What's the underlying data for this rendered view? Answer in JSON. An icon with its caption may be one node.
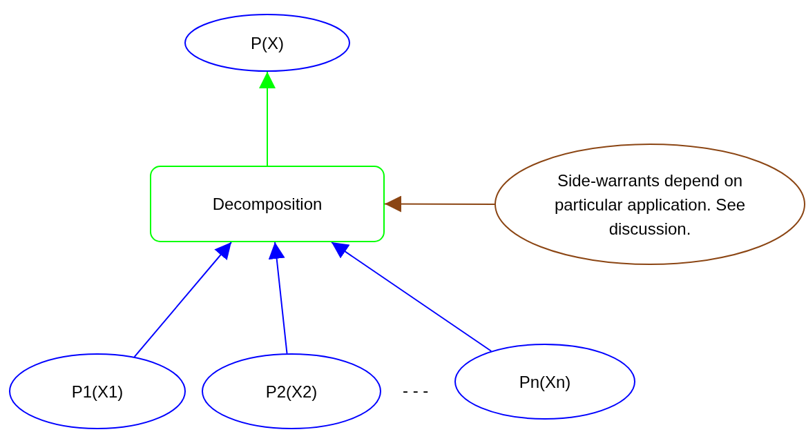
{
  "diagram": {
    "nodes": [
      {
        "text": [
          "P(X)"
        ]
      },
      {
        "text": [
          "Decomposition"
        ]
      },
      {
        "text": [
          "Side-warrants depend on particular application. See discussion."
        ]
      },
      {
        "text": [
          "P1(X1)"
        ]
      },
      {
        "text": [
          "P2(X2)"
        ]
      },
      {
        "text": [
          "Pn(Xn)"
        ]
      }
    ],
    "edges": [
      {
        "from": 1,
        "to": 0,
        "arrow": "to",
        "color": "#00ff00"
      },
      {
        "from": 2,
        "to": 1,
        "arrow": "to",
        "color": "#8b4513"
      },
      {
        "from": 3,
        "to": 1,
        "arrow": "to"
      },
      {
        "from": 4,
        "to": 1,
        "arrow": "to"
      },
      {
        "from": 5,
        "to": 1,
        "arrow": "to"
      }
    ],
    "labels": [
      "- - -"
    ]
  }
}
